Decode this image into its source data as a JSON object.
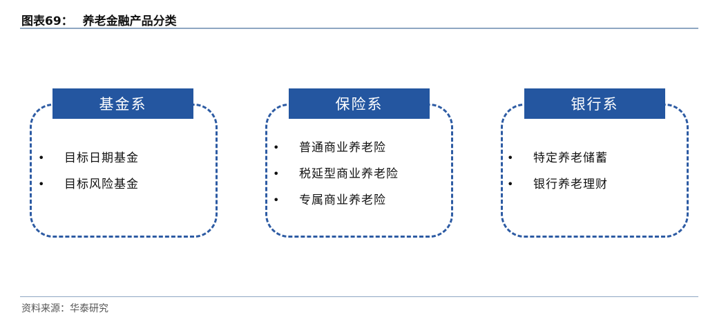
{
  "title": {
    "label": "图表69：",
    "text": "养老金融产品分类"
  },
  "categories": [
    {
      "name": "基金系",
      "items": [
        "目标日期基金",
        "目标风险基金"
      ]
    },
    {
      "name": "保险系",
      "items": [
        "普通商业养老险",
        "税延型商业养老险",
        "专属商业养老险"
      ]
    },
    {
      "name": "银行系",
      "items": [
        "特定养老储蓄",
        "银行养老理财"
      ]
    }
  ],
  "source": "资料来源：华泰研究",
  "colors": {
    "header": "#2456a0",
    "border": "#2d5ba3"
  }
}
